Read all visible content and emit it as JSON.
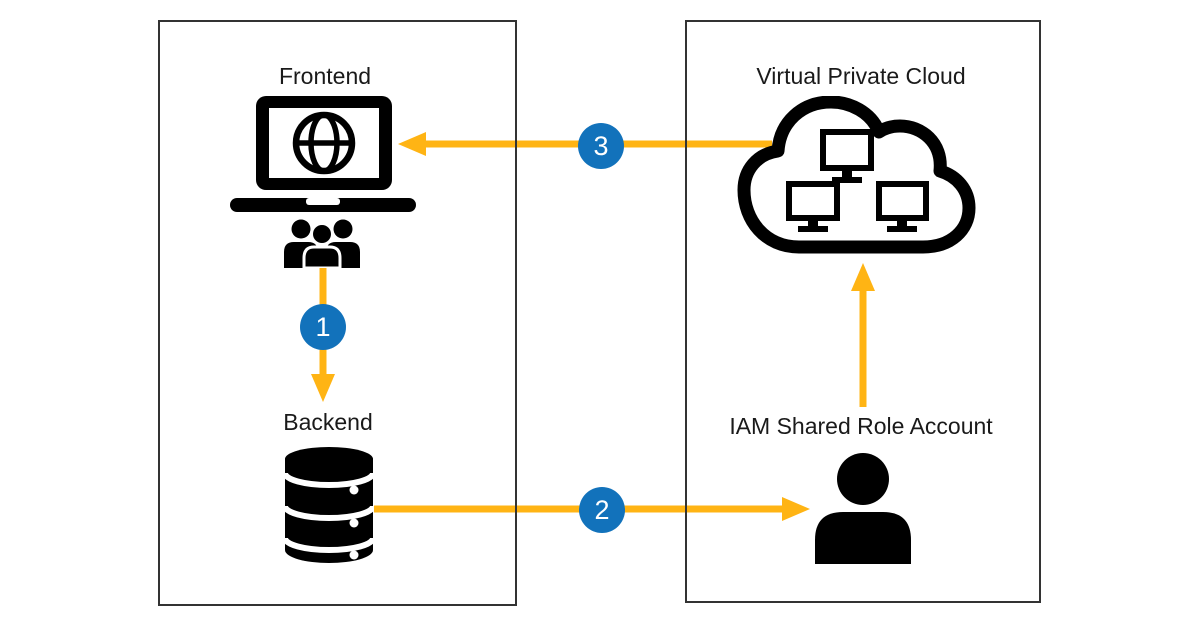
{
  "diagram": {
    "left_box": {
      "frontend": {
        "label": "Frontend",
        "icon": "laptop-globe-icon"
      },
      "users": {
        "icon": "user-group-icon"
      },
      "backend": {
        "label": "Backend",
        "icon": "database-icon"
      }
    },
    "right_box": {
      "vpc": {
        "label": "Virtual Private Cloud",
        "icon": "cloud-network-icon"
      },
      "iam": {
        "label": "IAM Shared Role Account",
        "icon": "person-icon"
      }
    },
    "steps": [
      {
        "number": "1",
        "from": "Frontend",
        "to": "Backend"
      },
      {
        "number": "2",
        "from": "Backend",
        "to": "IAM Shared Role Account"
      },
      {
        "number": "3",
        "from": "Virtual Private Cloud",
        "to": "Frontend"
      }
    ]
  },
  "colors": {
    "arrow": "#FFB414",
    "badge_background": "#1272BB",
    "badge_text": "#FFFFFF",
    "icon": "#000000",
    "box_border": "#333333",
    "label_text": "#1A1A1A",
    "background": "#FFFFFF"
  }
}
